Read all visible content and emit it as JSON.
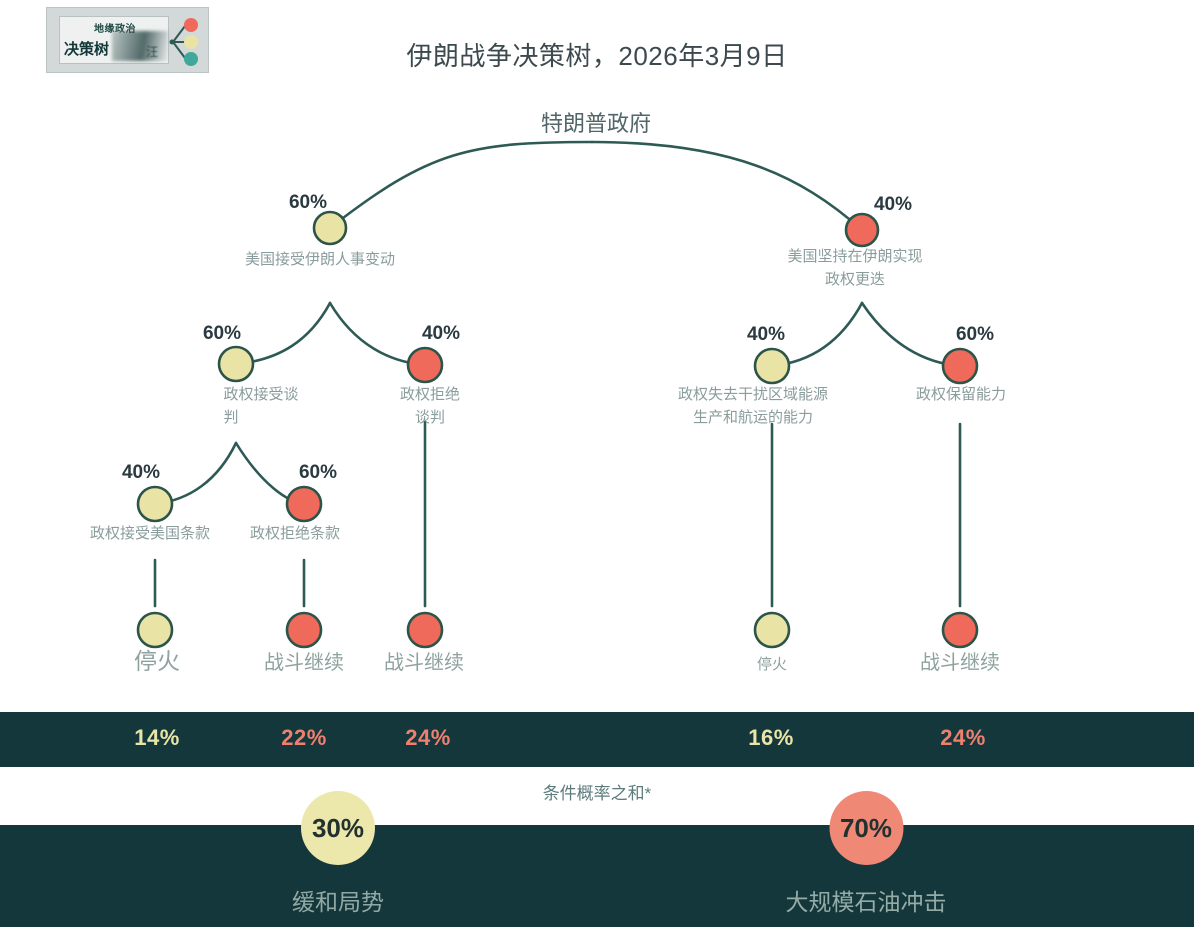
{
  "logo": {
    "line1": "地缘政治",
    "line2": "决策树",
    "smear_text": "汪"
  },
  "title": "伊朗战争决策树，2026年3月9日",
  "root": {
    "label": "特朗普政府"
  },
  "nodes": [
    {
      "id": "n1",
      "pct": "60%",
      "label": "美国接受伊朗人事变动",
      "color": "yellow"
    },
    {
      "id": "n2",
      "pct": "40%",
      "label": "美国坚持在伊朗实现\n政权更迭",
      "color": "red"
    },
    {
      "id": "n3",
      "pct": "60%",
      "label": "政权接受谈\n判",
      "color": "yellow"
    },
    {
      "id": "n4",
      "pct": "40%",
      "label": "政权拒绝\n谈判",
      "color": "red"
    },
    {
      "id": "n5",
      "pct": "40%",
      "label": "政权失去干扰区域能源\n生产和航运的能力",
      "color": "yellow"
    },
    {
      "id": "n6",
      "pct": "60%",
      "label": "政权保留能力",
      "color": "red"
    },
    {
      "id": "n7",
      "pct": "40%",
      "label": "政权接受美国条款",
      "color": "yellow"
    },
    {
      "id": "n8",
      "pct": "60%",
      "label": "政权拒绝条款",
      "color": "red"
    }
  ],
  "leaves": [
    {
      "id": "l1",
      "label": "停火",
      "color": "yellow"
    },
    {
      "id": "l2",
      "label": "战斗继续",
      "color": "red"
    },
    {
      "id": "l3",
      "label": "战斗继续",
      "color": "red"
    },
    {
      "id": "l4",
      "label": "停火",
      "color": "yellow"
    },
    {
      "id": "l5",
      "label": "战斗继续",
      "color": "red"
    }
  ],
  "conditional": {
    "caption": "条件概率之和*",
    "values": [
      {
        "pct": "14%",
        "color": "yellow"
      },
      {
        "pct": "22%",
        "color": "red"
      },
      {
        "pct": "24%",
        "color": "red"
      },
      {
        "pct": "16%",
        "color": "yellow"
      },
      {
        "pct": "24%",
        "color": "red"
      }
    ]
  },
  "outcomes": [
    {
      "pct": "30%",
      "label": "缓和局势",
      "color": "yellow"
    },
    {
      "pct": "70%",
      "label": "大规模石油冲击",
      "color": "red"
    }
  ],
  "colors": {
    "yellow_fill": "#e9e4a6",
    "red_fill": "#ef6a5a",
    "node_stroke": "#2c5448",
    "band": "#14373c",
    "link": "#2e5a55"
  },
  "chart_data": {
    "type": "tree",
    "title": "伊朗战争决策树，2026年3月9日",
    "root": "特朗普政府",
    "branches": [
      {
        "label": "美国接受伊朗人事变动",
        "probability": 60,
        "children": [
          {
            "label": "政权接受谈判",
            "probability": 60,
            "children": [
              {
                "label": "政权接受美国条款",
                "probability": 40,
                "outcome": "停火",
                "joint": 14
              },
              {
                "label": "政权拒绝条款",
                "probability": 60,
                "outcome": "战斗继续",
                "joint": 22
              }
            ]
          },
          {
            "label": "政权拒绝谈判",
            "probability": 40,
            "outcome": "战斗继续",
            "joint": 24
          }
        ]
      },
      {
        "label": "美国坚持在伊朗实现政权更迭",
        "probability": 40,
        "children": [
          {
            "label": "政权失去干扰区域能源生产和航运的能力",
            "probability": 40,
            "outcome": "停火",
            "joint": 16
          },
          {
            "label": "政权保留能力",
            "probability": 60,
            "outcome": "战斗继续",
            "joint": 24
          }
        ]
      }
    ],
    "conditional_sums": [
      14,
      22,
      24,
      16,
      24
    ],
    "final_outcomes": [
      {
        "label": "缓和局势",
        "value": 30
      },
      {
        "label": "大规模石油冲击",
        "value": 70
      }
    ]
  }
}
